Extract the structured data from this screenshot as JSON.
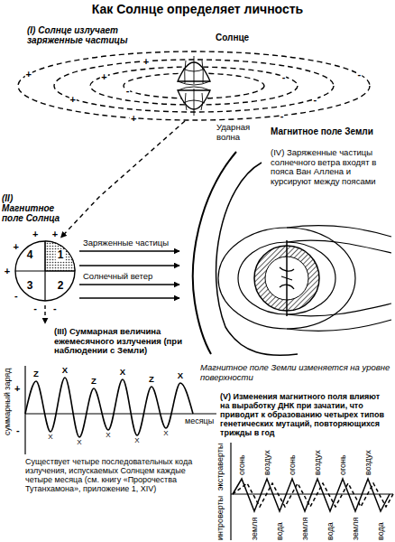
{
  "diagram": {
    "title": "Как Солнце определяет личность",
    "nodes": [
      {
        "text": [
          "Солнце"
        ]
      },
      {
        "text": [
          "4",
          "1",
          "3",
          "2"
        ]
      },
      {
        "text": [
          "Магнитное поле Земли",
          "(IV) Заряженные частицы солнечного ветра входят в пояса Ван Аллена и курсируют между поясами",
          "Магнитное поле Земли изменяется на уровне поверхности"
        ]
      }
    ],
    "edges": [
      {
        "from": 0,
        "to": 1,
        "arrow": "to"
      },
      {
        "from": 1,
        "to": 2,
        "arrow": "to",
        "label": "Заряженные частицы"
      },
      {
        "from": 1,
        "to": 2,
        "arrow": "to",
        "label": "Солнечный ветер"
      }
    ],
    "labels": [
      "(I) Солнце излучает заряженные частицы",
      "(II) Магнитное поле Солнца",
      "Ударная волна",
      "(III) Суммарная величина ежемесячного излучения (при наблюдении с Земли)",
      "суммарный заряд",
      "месяцы",
      "+",
      "-",
      "Существует четыре последовательных кода излучения, испускаемых Солнцем каждые четыре месяца (см. книгу «Пророчества Тутанхамона», приложение 1, XIV)",
      "(V) Изменения магнитного поля влияют на выработку ДНК при зачатии, что приводит к образованию четырех типов генетических мутаций, повторяющихся трижды в год",
      "экстраверты",
      "интроверты",
      "Z",
      "X",
      "Z",
      "X",
      "Z",
      "X",
      "X",
      "X",
      "X",
      "X",
      "X",
      "огонь",
      "воздух",
      "огонь",
      "воздух",
      "огонь",
      "воздух",
      "земля",
      "вода",
      "земля",
      "вода",
      "земля",
      "вода",
      "+",
      "-",
      "+",
      "-",
      "+",
      "-",
      "+",
      "-",
      "+",
      "-",
      "+",
      "+",
      "+",
      "+",
      "-",
      "-",
      "-"
    ]
  }
}
